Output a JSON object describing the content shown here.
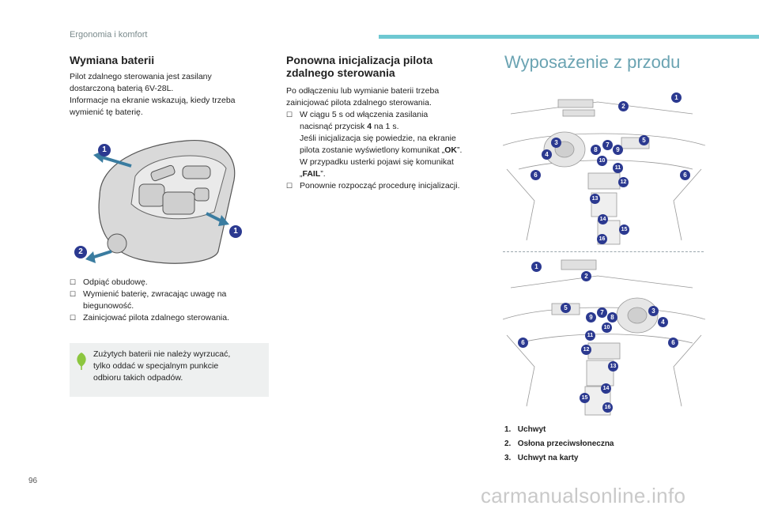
{
  "header": {
    "section": "Ergonomia i komfort",
    "page_number": "96"
  },
  "watermark": "carmanualsonline.info",
  "col1": {
    "title": "Wymiana baterii",
    "intro": [
      "Pilot zdalnego sterowania jest zasilany",
      "dostarczoną baterią 6V-28L.",
      "Informacje na ekranie wskazują, kiedy trzeba",
      "wymienić tę baterię."
    ],
    "figure_labels": [
      "1",
      "1",
      "2"
    ],
    "steps": [
      "Odpiąć obudowę.",
      "Wymienić baterię, zwracając uwagę na",
      "biegunowość.",
      "Zainicjować pilota zdalnego sterowania."
    ],
    "note": [
      "Zużytych baterii nie należy wyrzucać,",
      "tylko oddać w specjalnym punkcie",
      "odbioru takich odpadów."
    ]
  },
  "col2": {
    "title_line1": "Ponowna inicjalizacja pilota",
    "title_line2": "zdalnego sterowania",
    "intro": [
      "Po odłączeniu lub wymianie baterii trzeba",
      "zainicjować pilota zdalnego sterowania."
    ],
    "step1_lines": [
      "W ciągu 5 s od włączenia zasilania",
      "nacisnąć przycisk ",
      "4",
      " na 1 s.",
      "Jeśli inicjalizacja się powiedzie, na ekranie",
      "pilota zostanie wyświetlony komunikat „",
      "OK",
      "”.",
      "W przypadku usterki pojawi się komunikat",
      "„",
      "FAIL",
      "”."
    ],
    "step2": "Ponownie rozpocząć procedurę inicjalizacji."
  },
  "col3": {
    "title": "Wyposażenie z przodu",
    "diagram_top_labels": [
      "1",
      "2",
      "3",
      "4",
      "5",
      "6",
      "6",
      "7",
      "8",
      "9",
      "10",
      "11",
      "12",
      "13",
      "14",
      "15",
      "16"
    ],
    "diagram_bottom_labels": [
      "1",
      "2",
      "3",
      "4",
      "5",
      "6",
      "6",
      "7",
      "8",
      "9",
      "10",
      "11",
      "12",
      "13",
      "14",
      "15",
      "16"
    ],
    "legend": [
      {
        "num": "1.",
        "label": "Uchwyt"
      },
      {
        "num": "2.",
        "label": "Osłona przeciwsłoneczna"
      },
      {
        "num": "3.",
        "label": "Uchwyt na karty"
      }
    ]
  },
  "colors": {
    "accent_teal": "#6ec8d2",
    "title_blue": "#6aa3b2",
    "label_navy": "#2b3990",
    "note_leaf": "#8cc63f"
  }
}
